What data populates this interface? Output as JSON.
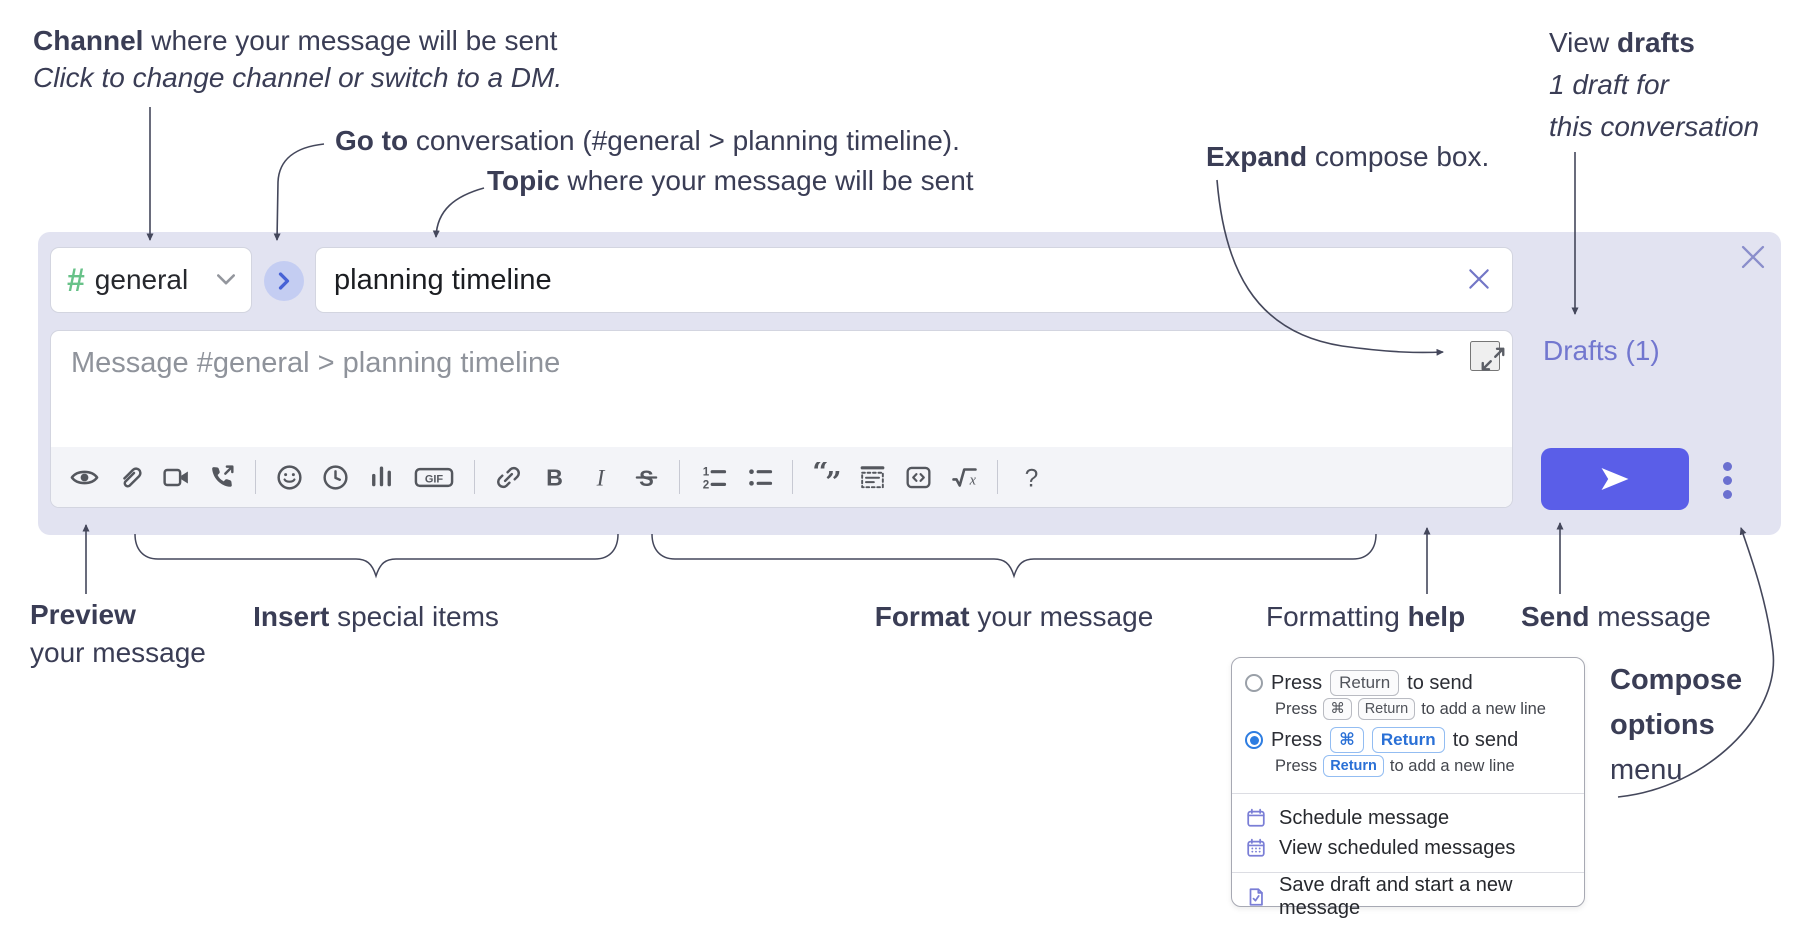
{
  "annotations": {
    "channel": {
      "bold": "Channel",
      "rest": " where your message will be sent",
      "sub": "Click to change channel or switch to a DM."
    },
    "goto": {
      "bold": "Go to",
      "rest": " conversation (#general > planning timeline)."
    },
    "topic": {
      "bold": "Topic",
      "rest": " where your message will be sent"
    },
    "expand": {
      "bold": "Expand",
      "rest": " compose box."
    },
    "view_drafts": {
      "line1_pre": "View ",
      "line1_bold": "drafts",
      "line2": "1 draft for",
      "line3": "this conversation"
    },
    "preview": {
      "bold": "Preview",
      "line2": "your message"
    },
    "insert": {
      "bold": "Insert",
      "rest": " special items"
    },
    "format": {
      "bold": "Format",
      "rest": " your message"
    },
    "formatting_help": {
      "pre": "Formatting ",
      "bold": "help"
    },
    "send": {
      "bold": "Send",
      "rest": " message"
    },
    "compose_options": {
      "line1": "Compose",
      "line2": "options",
      "line3": "menu"
    }
  },
  "compose": {
    "channel_selector": {
      "hash": "#",
      "channel": "general"
    },
    "topic_input": {
      "value": "planning timeline"
    },
    "message_input": {
      "placeholder": "Message #general > planning timeline"
    },
    "drafts_link": "Drafts (1)",
    "toolbar_groups": [
      [
        "preview-icon",
        "attach-icon",
        "video-call-icon",
        "voice-call-icon"
      ],
      [
        "emoji-icon",
        "time-icon",
        "poll-icon",
        "gif-icon"
      ],
      [
        "link-icon",
        "bold-icon",
        "italic-icon",
        "strikethrough-icon"
      ],
      [
        "numbered-list-icon",
        "bulleted-list-icon"
      ],
      [
        "quote-icon",
        "spoiler-icon",
        "code-icon",
        "math-icon"
      ],
      [
        "help-icon"
      ]
    ],
    "gif_label": "GIF"
  },
  "popup": {
    "options": [
      {
        "selected": false,
        "style": "gray",
        "main": {
          "pre": "Press",
          "keys": [
            "Return"
          ],
          "post": "to send"
        },
        "sub": {
          "pre": "Press",
          "keys": [
            "⌘",
            "Return"
          ],
          "post": "to add a new line"
        }
      },
      {
        "selected": true,
        "style": "blue",
        "main": {
          "pre": "Press",
          "keys": [
            "⌘",
            "Return"
          ],
          "post": "to send"
        },
        "sub": {
          "pre": "Press",
          "keys": [
            "Return"
          ],
          "post": "to add a new line"
        }
      }
    ],
    "schedule_items": [
      {
        "icon": "calendar-icon",
        "label": "Schedule message"
      },
      {
        "icon": "calendar-dates-icon",
        "label": "View scheduled messages"
      }
    ],
    "draft_items": [
      {
        "icon": "save-draft-icon",
        "label": "Save draft and start a new message"
      }
    ]
  },
  "colors": {
    "compose_background": "#e2e3f1",
    "send_button": "#5a5ee8",
    "drafts_link": "#7277cf",
    "hash_green": "#68c289",
    "goto_circle": "#c4cdf2",
    "goto_chevron": "#4762d6",
    "radio_selected": "#2e7de1",
    "kbd_blue_text": "#2a70d6",
    "menu_icon_purple": "#7a7ed6",
    "annotation_text": "#3a3d55",
    "toolbar_icon": "#54575e"
  }
}
